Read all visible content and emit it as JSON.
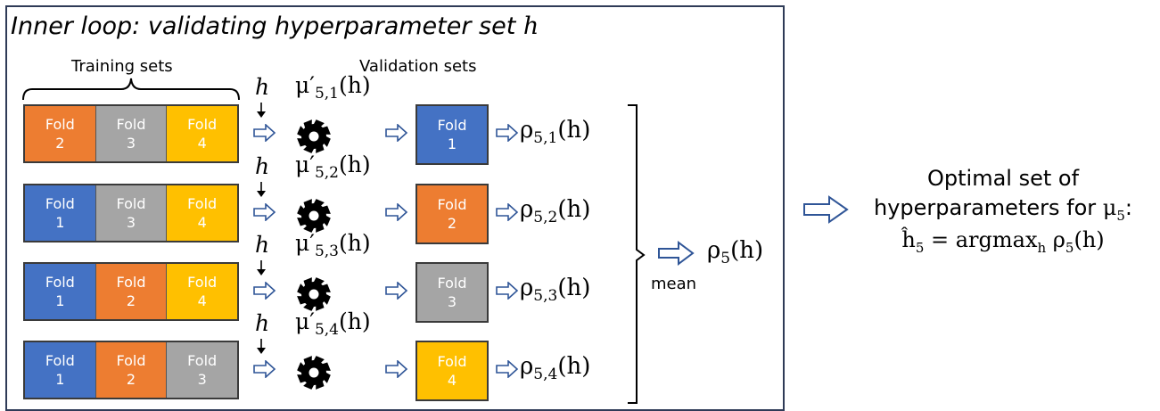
{
  "title": {
    "text": "Inner loop: validating hyperparameter set ",
    "var": "h"
  },
  "headers": {
    "training": "Training sets",
    "validation": "Validation sets"
  },
  "fold_label": "Fold",
  "colors": {
    "blue": "#4472C4",
    "orange": "#ED7D31",
    "gray": "#A5A5A5",
    "yellow": "#FFC000",
    "border": "#2F3B57",
    "arrow": "#2F5597"
  },
  "rows": [
    {
      "train": [
        {
          "num": "2",
          "color": "orange"
        },
        {
          "num": "3",
          "color": "gray"
        },
        {
          "num": "4",
          "color": "yellow"
        }
      ],
      "h": "h",
      "mu": "μ′",
      "mu_sub": "5,1",
      "mu_arg": "(h)",
      "val": {
        "num": "1",
        "color": "blue"
      },
      "rho": "ρ",
      "rho_sub": "5,1",
      "rho_arg": "(h)"
    },
    {
      "train": [
        {
          "num": "1",
          "color": "blue"
        },
        {
          "num": "3",
          "color": "gray"
        },
        {
          "num": "4",
          "color": "yellow"
        }
      ],
      "h": "h",
      "mu": "μ′",
      "mu_sub": "5,2",
      "mu_arg": "(h)",
      "val": {
        "num": "2",
        "color": "orange"
      },
      "rho": "ρ",
      "rho_sub": "5,2",
      "rho_arg": "(h)"
    },
    {
      "train": [
        {
          "num": "1",
          "color": "blue"
        },
        {
          "num": "2",
          "color": "orange"
        },
        {
          "num": "4",
          "color": "yellow"
        }
      ],
      "h": "h",
      "mu": "μ′",
      "mu_sub": "5,3",
      "mu_arg": "(h)",
      "val": {
        "num": "3",
        "color": "gray"
      },
      "rho": "ρ",
      "rho_sub": "5,3",
      "rho_arg": "(h)"
    },
    {
      "train": [
        {
          "num": "1",
          "color": "blue"
        },
        {
          "num": "2",
          "color": "orange"
        },
        {
          "num": "3",
          "color": "gray"
        }
      ],
      "h": "h",
      "mu": "μ′",
      "mu_sub": "5,4",
      "mu_arg": "(h)",
      "val": {
        "num": "4",
        "color": "yellow"
      },
      "rho": "ρ",
      "rho_sub": "5,4",
      "rho_arg": "(h)"
    }
  ],
  "aggregate": {
    "label": "mean",
    "rho": "ρ",
    "rho_sub": "5",
    "rho_arg": "(h)"
  },
  "result": {
    "line1": "Optimal set of",
    "line2": "hyperparameters for ",
    "mu": "μ",
    "mu_sub": "5",
    "colon": ":",
    "h_hat": "ĥ",
    "h_sub": "5",
    "eq": " = argmax",
    "argmax_sub": "h",
    "rho_expr": " ρ",
    "rho_sub": "5",
    "rho_arg": "(h)"
  }
}
